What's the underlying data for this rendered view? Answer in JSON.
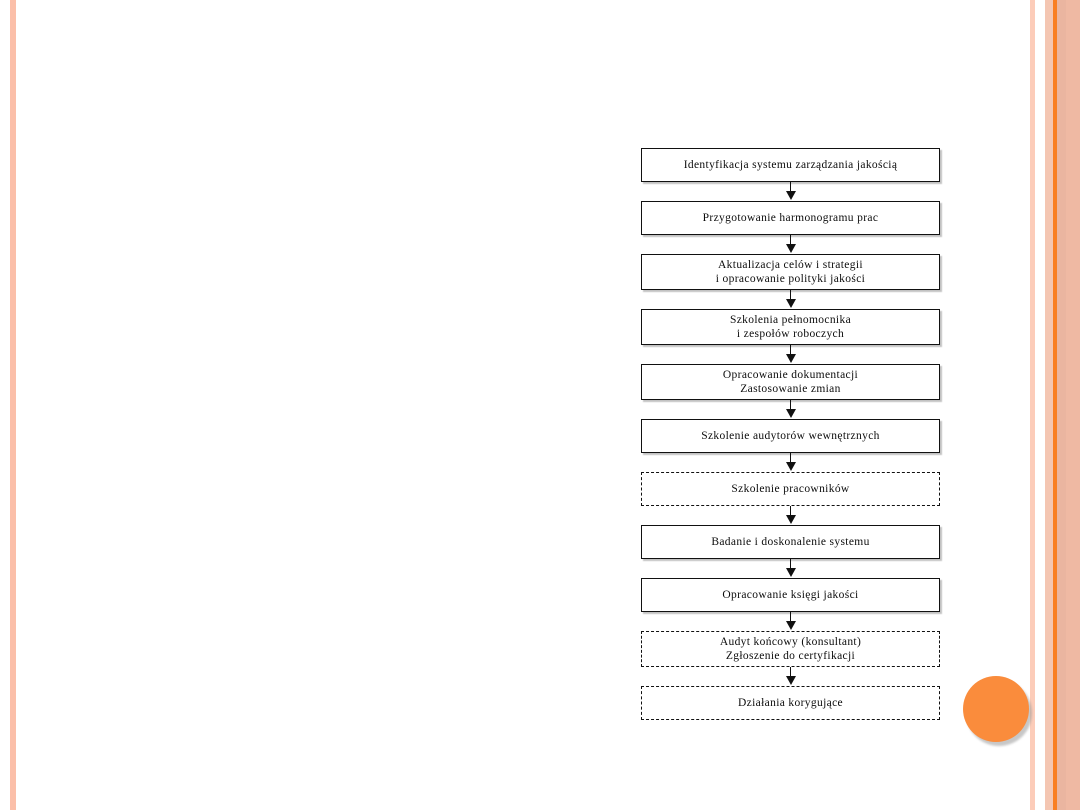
{
  "slide": {
    "title": "",
    "background_color": "#ffffff",
    "accent_color": "#fa8c3c",
    "stripe_color": "#efb9a3",
    "left_bar_color": "#fbbfa9"
  },
  "decorations": {
    "left_bar": "left-accent-bar",
    "right_band": "right-accent-band",
    "circle": "orange-circle-decoration"
  },
  "flowchart": {
    "type": "vertical-flowchart",
    "arrow_glyph": "down-arrow",
    "nodes": [
      {
        "id": "n1",
        "lines": [
          "Identyfikacja systemu zarządzania jakością"
        ],
        "border": "solid"
      },
      {
        "id": "n2",
        "lines": [
          "Przygotowanie harmonogramu prac"
        ],
        "border": "solid"
      },
      {
        "id": "n3",
        "lines": [
          "Aktualizacja celów i strategii",
          "i opracowanie polityki jakości"
        ],
        "border": "solid"
      },
      {
        "id": "n4",
        "lines": [
          "Szkolenia pełnomocnika",
          "i zespołów roboczych"
        ],
        "border": "solid"
      },
      {
        "id": "n5",
        "lines": [
          "Opracowanie dokumentacji",
          "Zastosowanie zmian"
        ],
        "border": "solid"
      },
      {
        "id": "n6",
        "lines": [
          "Szkolenie audytorów wewnętrznych"
        ],
        "border": "solid"
      },
      {
        "id": "n7",
        "lines": [
          "Szkolenie pracowników"
        ],
        "border": "dashed"
      },
      {
        "id": "n8",
        "lines": [
          "Badanie i doskonalenie systemu"
        ],
        "border": "solid"
      },
      {
        "id": "n9",
        "lines": [
          "Opracowanie księgi jakości"
        ],
        "border": "solid"
      },
      {
        "id": "n10",
        "lines": [
          "Audyt końcowy (konsultant)",
          "Zgłoszenie do certyfikacji"
        ],
        "border": "dashed"
      },
      {
        "id": "n11",
        "lines": [
          "Działania korygujące"
        ],
        "border": "dashed"
      }
    ]
  }
}
